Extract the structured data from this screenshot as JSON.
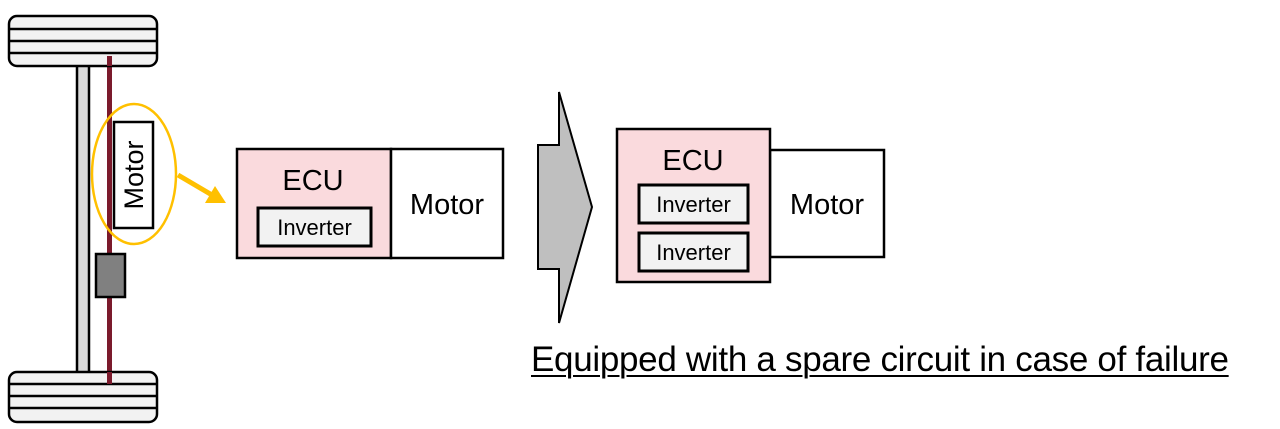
{
  "diagram": {
    "vehicle": {
      "motor_label": "Motor"
    },
    "before": {
      "ecu_label": "ECU",
      "inverters": [
        "Inverter"
      ],
      "motor_label": "Motor"
    },
    "after": {
      "ecu_label": "ECU",
      "inverters": [
        "Inverter",
        "Inverter"
      ],
      "motor_label": "Motor"
    },
    "caption": "Equipped with a spare circuit in case of failure",
    "colors": {
      "ecu_fill": "#fadadd",
      "inverter_fill": "#f2f2f2",
      "highlight": "#ffc000",
      "drive_shaft": "#7b1a2c",
      "axle_fill": "#d9d9d9",
      "component_fill": "#808080",
      "transition_arrow_fill": "#bfbfbf"
    }
  }
}
